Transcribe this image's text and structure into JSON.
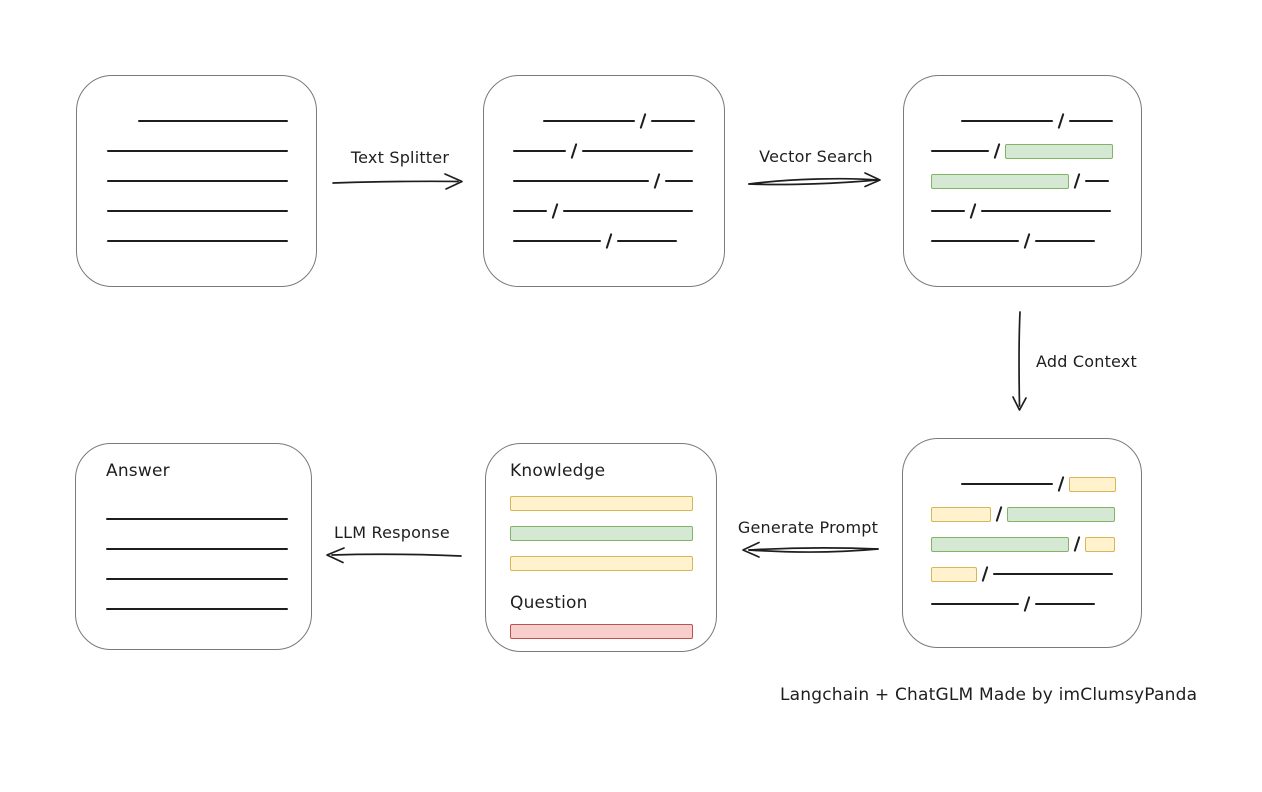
{
  "caption": "Langchain + ChatGLM Made by imClumsyPanda",
  "colors": {
    "line": "#1e1e1e",
    "box_border": "#7a7a7a",
    "green_fill": "#d5e8d4",
    "green_border": "#82b366",
    "yellow_fill": "#fff2cc",
    "yellow_border": "#d6b656",
    "red_fill": "#f8cecc",
    "red_border": "#b85450"
  },
  "arrows": {
    "text_splitter": "Text Splitter",
    "vector_search": "Vector Search",
    "add_context": "Add Context",
    "generate_prompt": "Generate Prompt",
    "llm_response": "LLM Response"
  },
  "boxes": {
    "document": {
      "rows": [
        {
          "indent": 31,
          "segs": [
            {
              "t": "line",
              "w": 150
            }
          ]
        },
        {
          "segs": [
            {
              "t": "line",
              "w": 181
            }
          ]
        },
        {
          "segs": [
            {
              "t": "line",
              "w": 181
            }
          ]
        },
        {
          "segs": [
            {
              "t": "line",
              "w": 181
            }
          ]
        },
        {
          "segs": [
            {
              "t": "line",
              "w": 181
            }
          ]
        }
      ]
    },
    "chunks": {
      "rows": [
        {
          "indent": 30,
          "segs": [
            {
              "t": "line",
              "w": 92
            },
            {
              "t": "slash"
            },
            {
              "t": "line",
              "w": 44
            }
          ]
        },
        {
          "segs": [
            {
              "t": "line",
              "w": 53
            },
            {
              "t": "slash"
            },
            {
              "t": "line",
              "w": 111
            }
          ]
        },
        {
          "segs": [
            {
              "t": "line",
              "w": 136
            },
            {
              "t": "slash"
            },
            {
              "t": "line",
              "w": 28
            }
          ]
        },
        {
          "segs": [
            {
              "t": "line",
              "w": 34
            },
            {
              "t": "slash"
            },
            {
              "t": "line",
              "w": 130
            }
          ]
        },
        {
          "segs": [
            {
              "t": "line",
              "w": 88
            },
            {
              "t": "slash"
            },
            {
              "t": "line",
              "w": 60
            }
          ]
        }
      ]
    },
    "searched_chunks": {
      "rows": [
        {
          "indent": 30,
          "segs": [
            {
              "t": "line",
              "w": 92
            },
            {
              "t": "slash"
            },
            {
              "t": "line",
              "w": 44
            }
          ]
        },
        {
          "segs": [
            {
              "t": "line",
              "w": 58
            },
            {
              "t": "slash"
            },
            {
              "t": "green",
              "w": 108
            }
          ]
        },
        {
          "segs": [
            {
              "t": "green",
              "w": 138
            },
            {
              "t": "slash"
            },
            {
              "t": "line",
              "w": 24
            }
          ]
        },
        {
          "segs": [
            {
              "t": "line",
              "w": 34
            },
            {
              "t": "slash"
            },
            {
              "t": "line",
              "w": 130
            }
          ]
        },
        {
          "segs": [
            {
              "t": "line",
              "w": 88
            },
            {
              "t": "slash"
            },
            {
              "t": "line",
              "w": 60
            }
          ]
        }
      ]
    },
    "context_chunks": {
      "rows": [
        {
          "indent": 30,
          "segs": [
            {
              "t": "line",
              "w": 92
            },
            {
              "t": "slash"
            },
            {
              "t": "yellow",
              "w": 47
            }
          ]
        },
        {
          "segs": [
            {
              "t": "yellow",
              "w": 60
            },
            {
              "t": "slash"
            },
            {
              "t": "green",
              "w": 108
            }
          ]
        },
        {
          "segs": [
            {
              "t": "green",
              "w": 138
            },
            {
              "t": "slash"
            },
            {
              "t": "yellow",
              "w": 30
            }
          ]
        },
        {
          "segs": [
            {
              "t": "yellow",
              "w": 46
            },
            {
              "t": "slash"
            },
            {
              "t": "line",
              "w": 120
            }
          ]
        },
        {
          "segs": [
            {
              "t": "line",
              "w": 88
            },
            {
              "t": "slash"
            },
            {
              "t": "line",
              "w": 60
            }
          ]
        }
      ]
    },
    "prompt": {
      "knowledge_label": "Knowledge",
      "question_label": "Question",
      "knowledge_bars": [
        {
          "segs": [
            {
              "t": "yellow",
              "w": 183
            }
          ]
        },
        {
          "segs": [
            {
              "t": "green",
              "w": 183
            }
          ]
        },
        {
          "segs": [
            {
              "t": "yellow",
              "w": 183
            }
          ]
        }
      ],
      "question_bars": [
        {
          "segs": [
            {
              "t": "red",
              "w": 183
            }
          ]
        }
      ]
    },
    "answer": {
      "label": "Answer",
      "rows": [
        {
          "segs": [
            {
              "t": "line",
              "w": 182
            }
          ]
        },
        {
          "segs": [
            {
              "t": "line",
              "w": 182
            }
          ]
        },
        {
          "segs": [
            {
              "t": "line",
              "w": 182
            }
          ]
        },
        {
          "segs": [
            {
              "t": "line",
              "w": 182
            }
          ]
        }
      ]
    }
  }
}
